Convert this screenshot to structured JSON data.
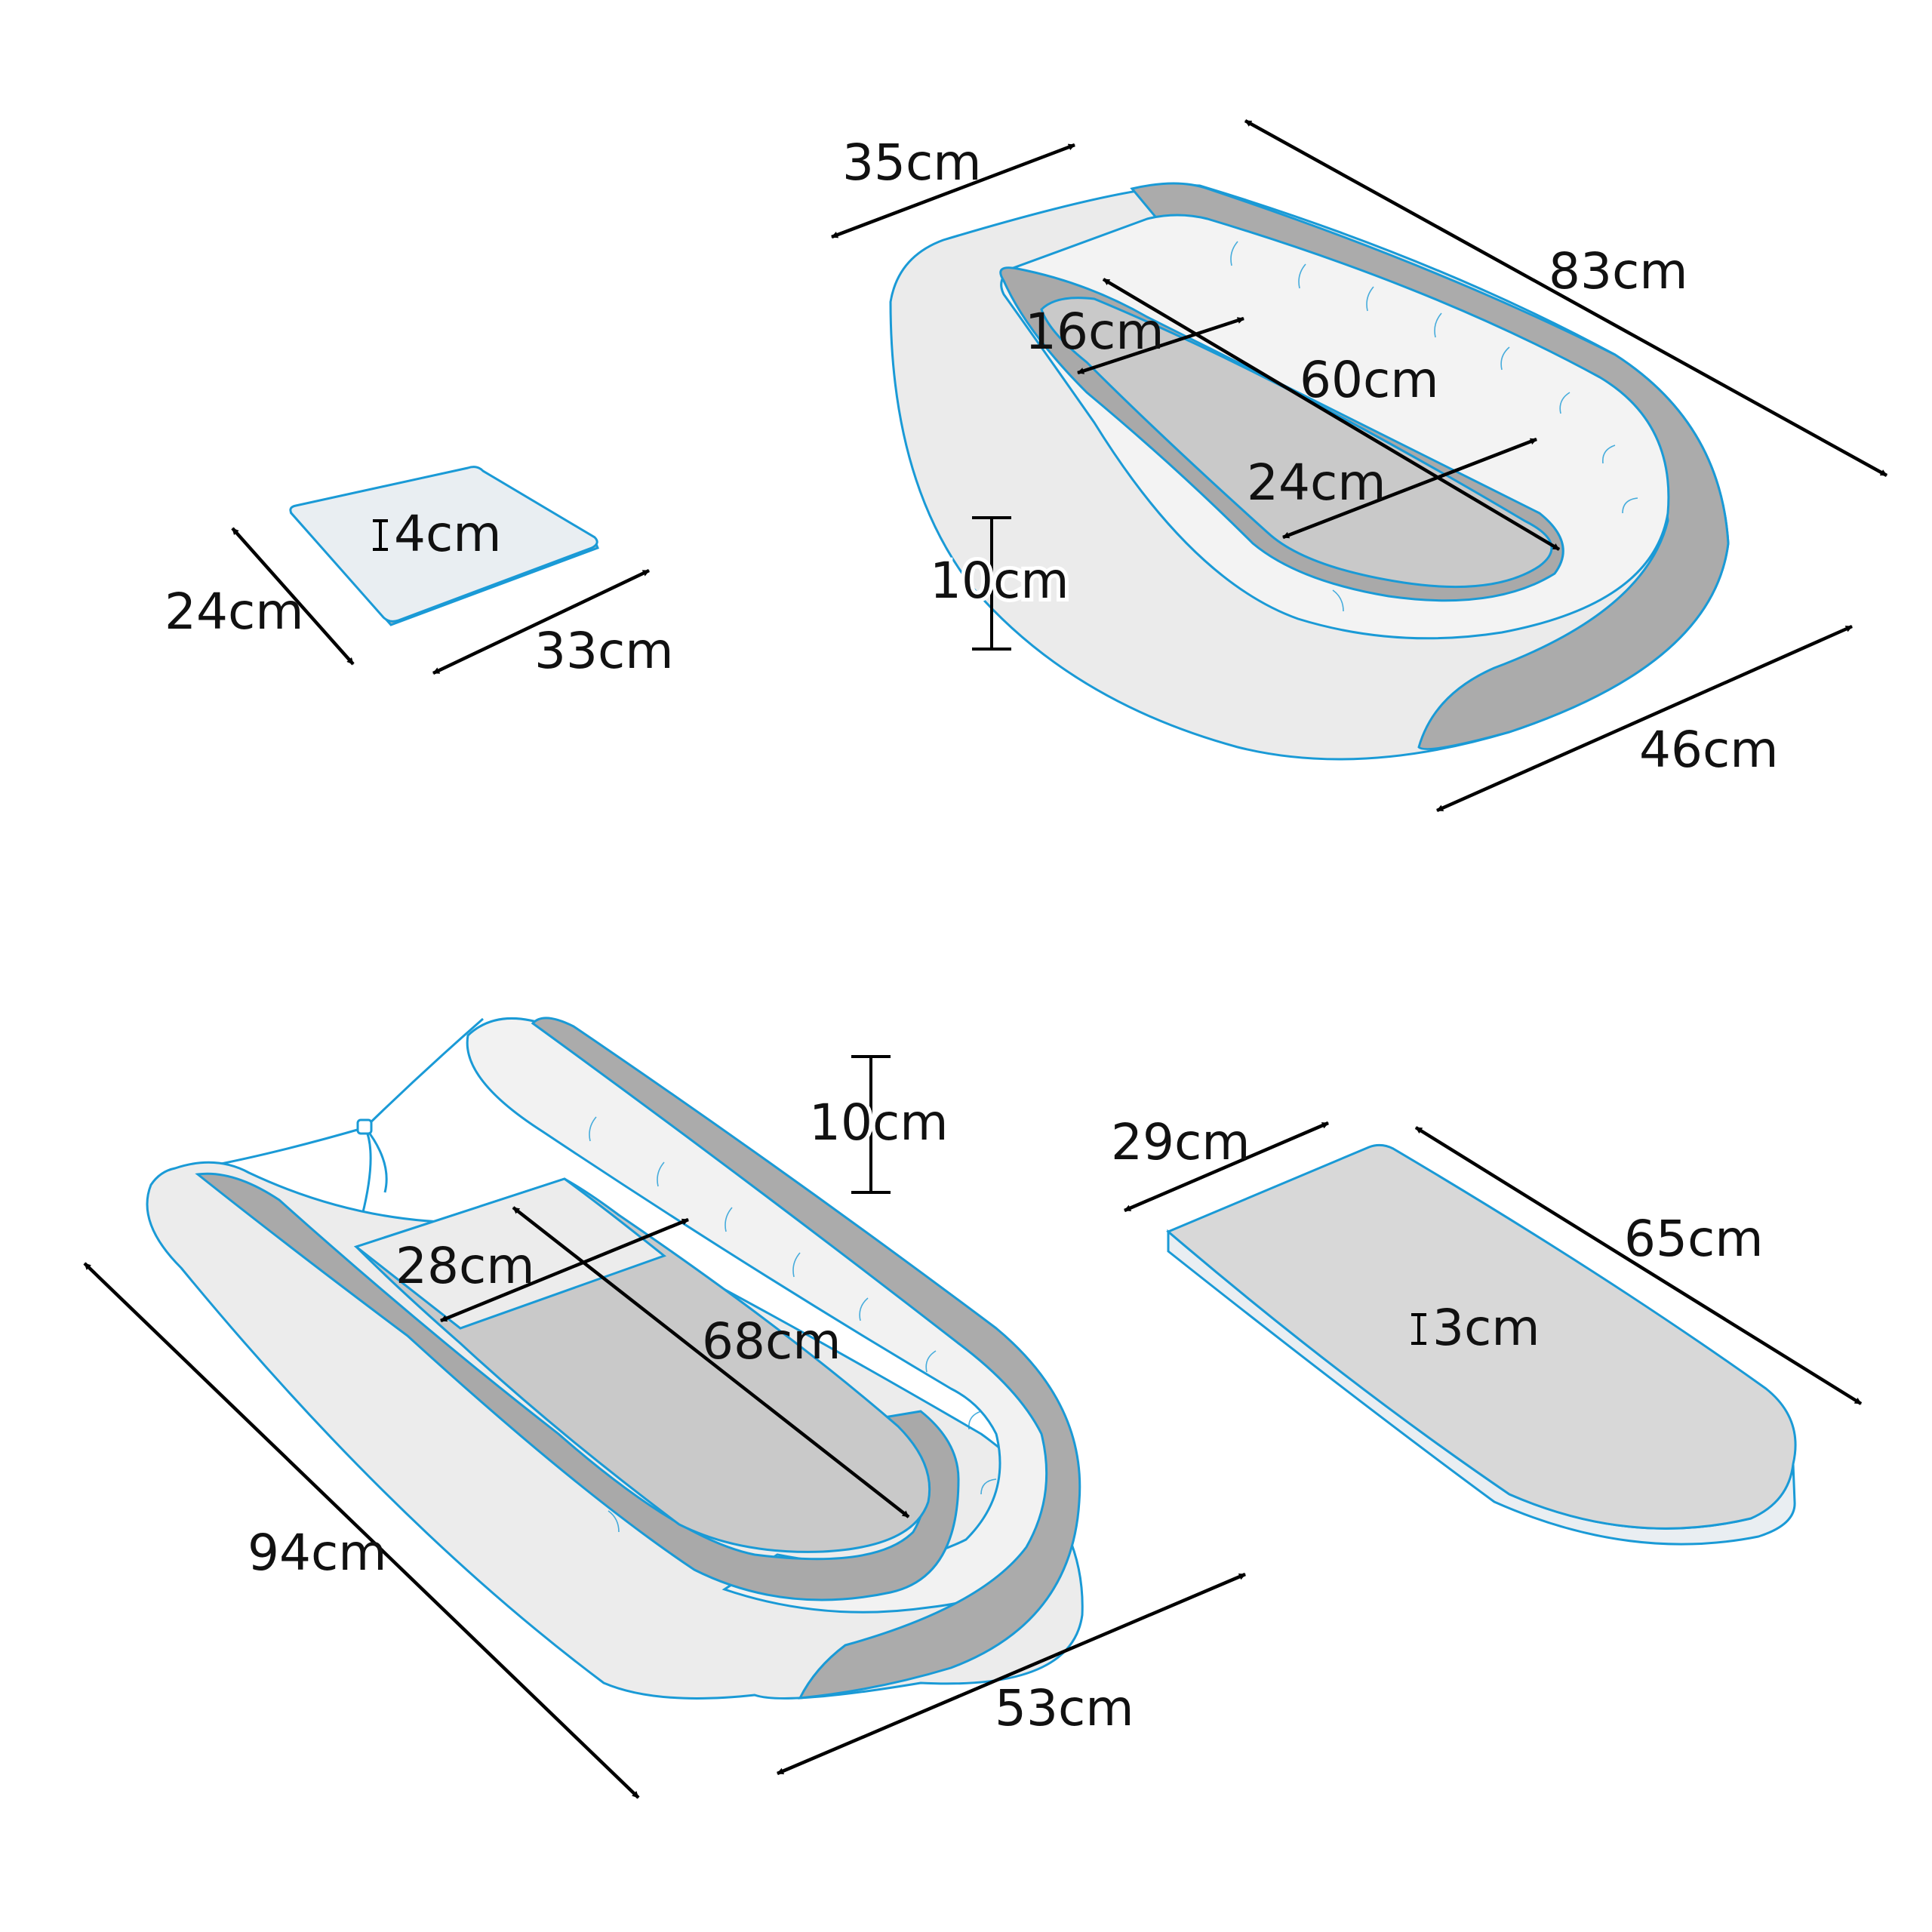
{
  "colors": {
    "outline": "#1a9ad6",
    "fabric_light": "#ececec",
    "fabric_inner": "#f3f3f3",
    "trim_gray": "#ababab",
    "mattress_gray": "#c9c9c9",
    "arrow": "#000000"
  },
  "pillow": {
    "thickness": "4cm",
    "depth": "24cm",
    "width": "33cm"
  },
  "nest_small": {
    "bumper_width": "35cm",
    "length": "83cm",
    "inner_width": "16cm",
    "inner_length": "60cm",
    "inner_width_bottom": "24cm",
    "height": "10cm",
    "width": "46cm"
  },
  "nest_large": {
    "height": "10cm",
    "inner_width": "28cm",
    "inner_length": "68cm",
    "length": "94cm",
    "width": "53cm"
  },
  "mattress": {
    "width": "29cm",
    "length": "65cm",
    "thickness": "3cm"
  }
}
